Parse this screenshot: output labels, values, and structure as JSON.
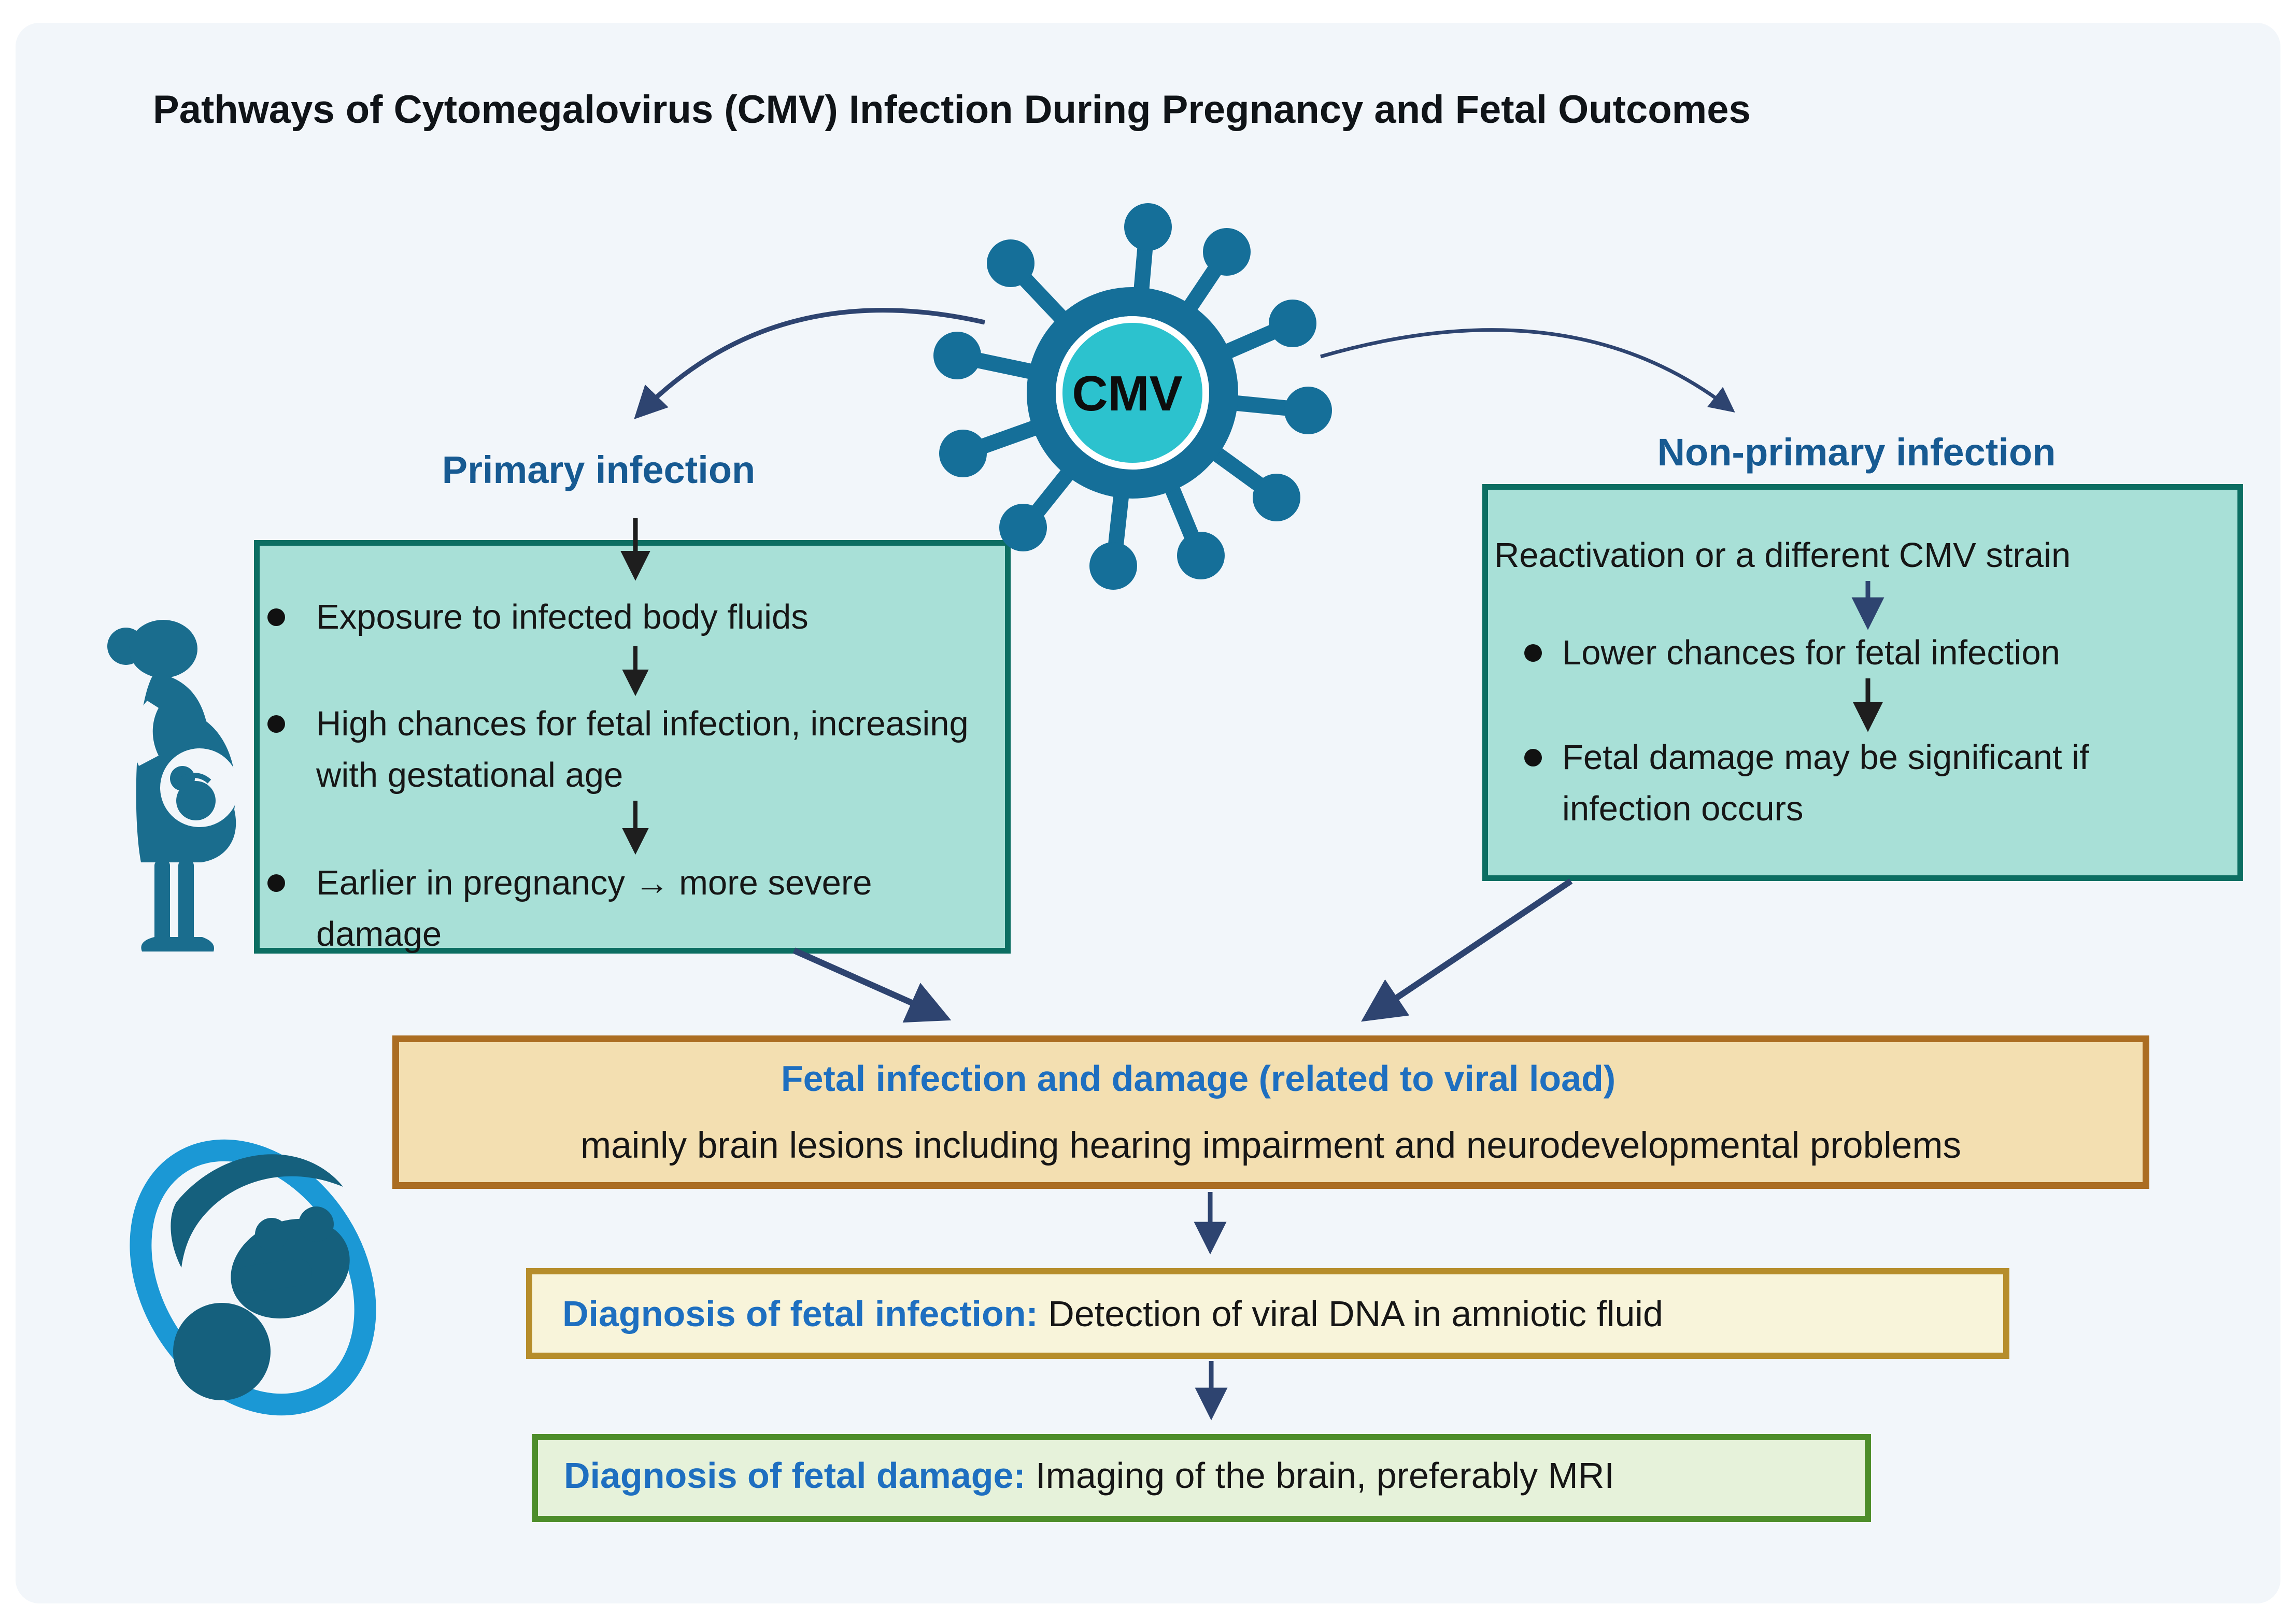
{
  "title": "Pathways of Cytomegalovirus (CMV) Infection During Pregnancy and Fetal Outcomes",
  "virus": {
    "label": "CMV"
  },
  "primary": {
    "heading": "Primary infection",
    "bullets": [
      "Exposure to infected body fluids",
      "High chances for fetal infection, increasing with gestational age",
      "Earlier in pregnancy → more severe damage"
    ]
  },
  "non_primary": {
    "heading": "Non-primary infection",
    "intro": "Reactivation or a different CMV strain",
    "bullets": [
      "Lower chances for fetal infection",
      "Fetal damage may be significant if infection occurs"
    ]
  },
  "fetal_outcome": {
    "heading": "Fetal infection and damage (related to viral load)",
    "body": "mainly brain lesions including hearing impairment and neurodevelopmental problems"
  },
  "diagnosis_infection": {
    "label": "Diagnosis of fetal infection:",
    "text": " Detection of viral DNA in amniotic fluid"
  },
  "diagnosis_damage": {
    "label": "Diagnosis of fetal damage:",
    "text": " Imaging of the brain, preferably MRI"
  },
  "colors": {
    "card_background": "#f2f6fa",
    "teal_box_fill": "#a8e0d7",
    "teal_box_border": "#0c6e62",
    "orange_box_fill": "#f3dfb1",
    "orange_box_border": "#ab6d22",
    "yellow_box_fill": "#f8f4da",
    "yellow_box_border": "#b68d2b",
    "green_box_fill": "#e6f2da",
    "green_box_border": "#4d8d2a",
    "heading_dark_blue": "#175a92",
    "heading_bright_blue": "#1e6fc0",
    "arrow_navy": "#2e4470",
    "arrow_black": "#1e1e1e",
    "virus_body": "#156f99",
    "virus_core": "#2cc2ce",
    "woman_silhouette": "#1a6d8e",
    "fetus_ring": "#1b98d5",
    "fetus_body": "#15607d"
  }
}
